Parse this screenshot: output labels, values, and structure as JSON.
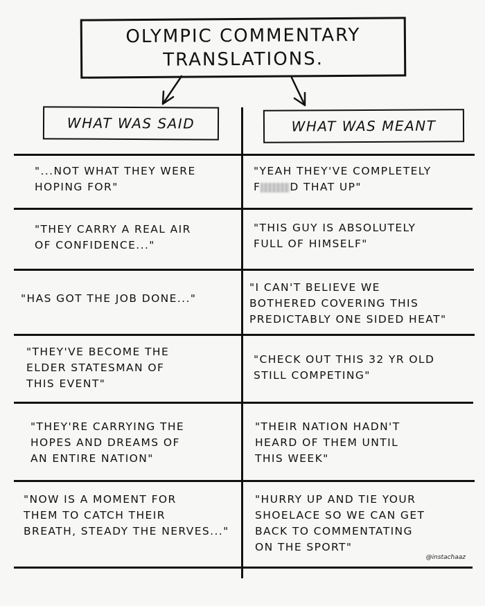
{
  "title": {
    "line1": "Olympic Commentary",
    "line2": "Translations."
  },
  "headers": {
    "said": "What was said",
    "meant": "What was meant"
  },
  "rows": [
    {
      "said": "\"...Not what they were\nhoping for\"",
      "meant_a": "\"Yeah they've completely\nF",
      "meant_b": "D that up\""
    },
    {
      "said": "\"They carry a real air\nof confidence...\"",
      "meant": "\"This guy is absolutely\nfull of himself\""
    },
    {
      "said": "\"Has got the job done...\"",
      "meant": "\"I can't believe we\nbothered covering this\npredictably one sided heat\""
    },
    {
      "said": "\"They've become the\nelder statesman of\nthis event\"",
      "meant": "\"Check out this 32 yr old\nstill competing\""
    },
    {
      "said": "\"They're carrying the\nhopes and dreams of\nan entire nation\"",
      "meant": "\"Their nation hadn't\nheard of them until\nthis week\""
    },
    {
      "said": "\"Now is a moment for\nthem to catch their\nbreath, steady the nerves...\"",
      "meant": "\"Hurry up and tie your\nshoelace so we can get\nback to commentating\non the sport\""
    }
  ],
  "credit": "@instachaaz"
}
